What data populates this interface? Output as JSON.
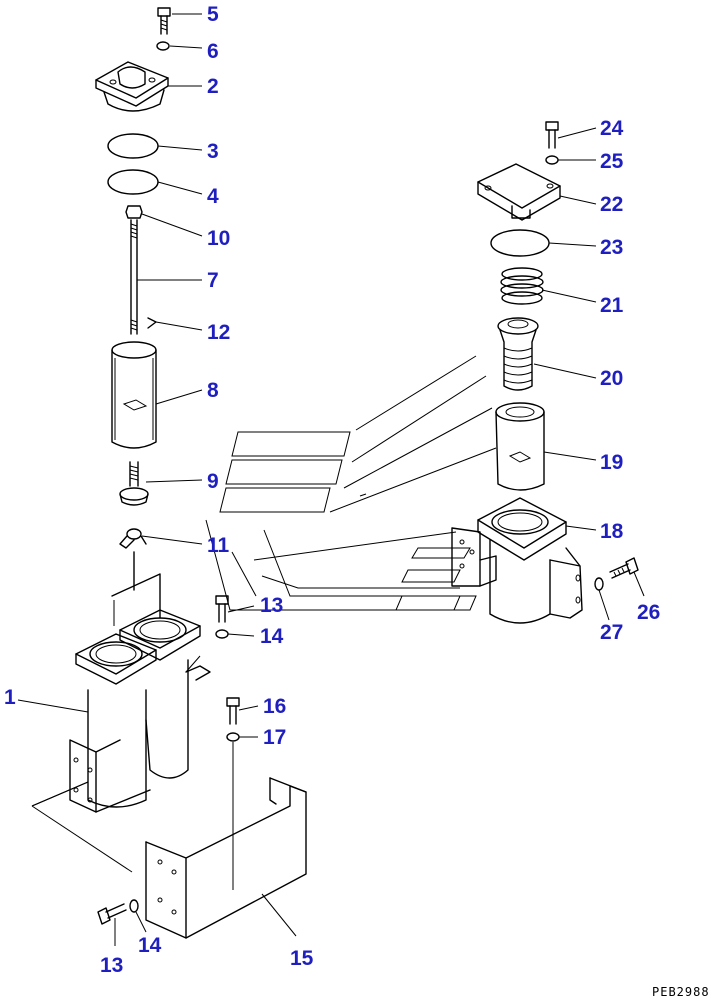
{
  "diagram_code": "PEB2988",
  "callouts": [
    {
      "id": "c5",
      "label": "5"
    },
    {
      "id": "c6",
      "label": "6"
    },
    {
      "id": "c2",
      "label": "2"
    },
    {
      "id": "c3",
      "label": "3"
    },
    {
      "id": "c4",
      "label": "4"
    },
    {
      "id": "c10",
      "label": "10"
    },
    {
      "id": "c7",
      "label": "7"
    },
    {
      "id": "c12",
      "label": "12"
    },
    {
      "id": "c8",
      "label": "8"
    },
    {
      "id": "c9",
      "label": "9"
    },
    {
      "id": "c11",
      "label": "11"
    },
    {
      "id": "c13a",
      "label": "13"
    },
    {
      "id": "c14a",
      "label": "14"
    },
    {
      "id": "c1",
      "label": "1"
    },
    {
      "id": "c16",
      "label": "16"
    },
    {
      "id": "c17",
      "label": "17"
    },
    {
      "id": "c13b",
      "label": "13"
    },
    {
      "id": "c14b",
      "label": "14"
    },
    {
      "id": "c15",
      "label": "15"
    },
    {
      "id": "c24",
      "label": "24"
    },
    {
      "id": "c25",
      "label": "25"
    },
    {
      "id": "c22",
      "label": "22"
    },
    {
      "id": "c23",
      "label": "23"
    },
    {
      "id": "c21",
      "label": "21"
    },
    {
      "id": "c20",
      "label": "20"
    },
    {
      "id": "c19",
      "label": "19"
    },
    {
      "id": "c18",
      "label": "18"
    },
    {
      "id": "c26",
      "label": "26"
    },
    {
      "id": "c27",
      "label": "27"
    }
  ]
}
